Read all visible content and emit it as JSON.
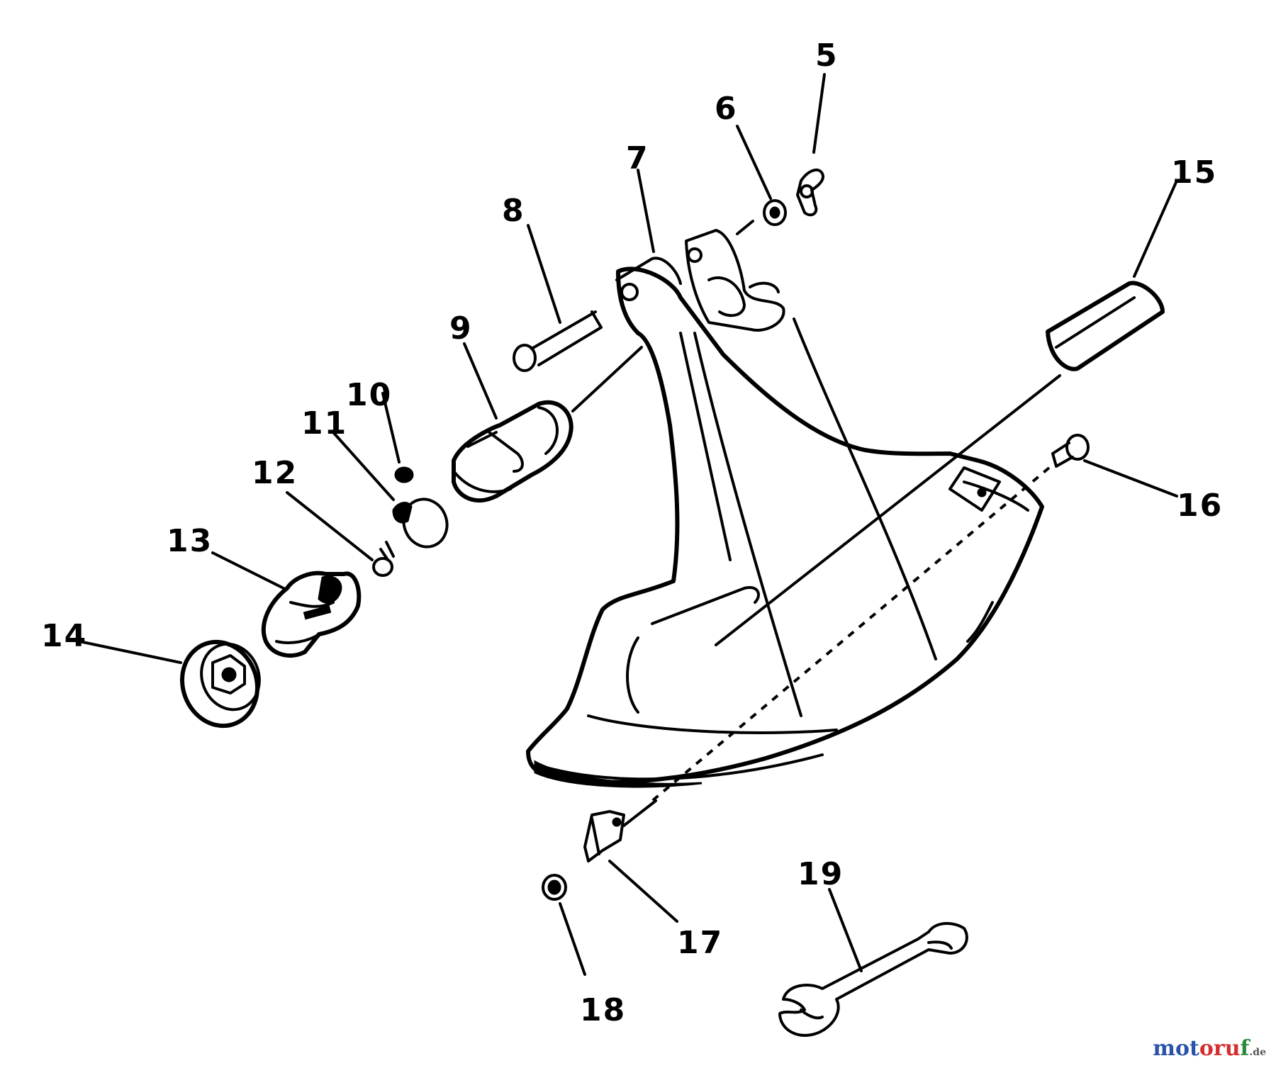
{
  "diagram": {
    "callouts": [
      "5",
      "6",
      "7",
      "8",
      "9",
      "10",
      "11",
      "12",
      "13",
      "14",
      "15",
      "16",
      "17",
      "18",
      "19"
    ]
  },
  "watermark": {
    "part_a": "mot",
    "part_b": "oru",
    "part_c": "f",
    "tld": ".de"
  }
}
